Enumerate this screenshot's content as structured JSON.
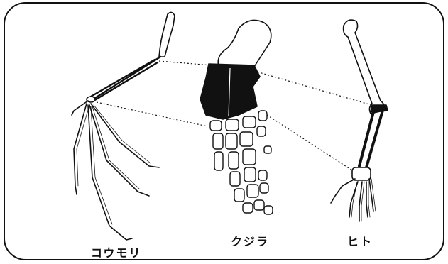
{
  "labels": {
    "bat": "コウモリ",
    "whale": "クジラ",
    "human": "ヒト"
  },
  "colors": {
    "ink": "#111111",
    "highlight_fill": "#111111",
    "background": "#ffffff"
  }
}
